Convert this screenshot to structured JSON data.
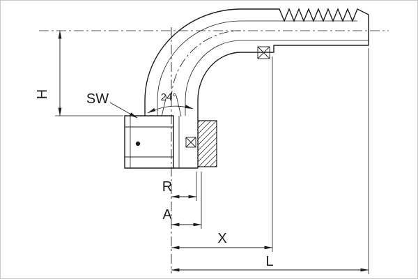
{
  "drawing": {
    "background": "#ffffff",
    "line_color": "#1c1c1c",
    "labels": {
      "h": "H",
      "sw": "SW",
      "angle": "24°",
      "r": "R",
      "a": "A",
      "x": "X",
      "l": "L"
    }
  }
}
